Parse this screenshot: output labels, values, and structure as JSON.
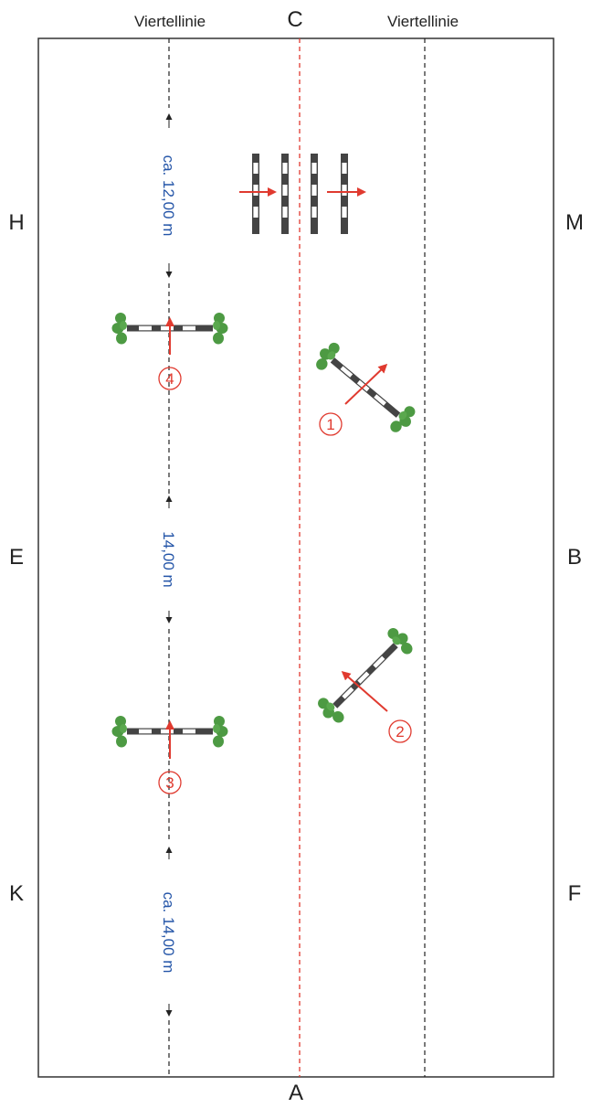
{
  "letters": {
    "c": "C",
    "a": "A",
    "h": "H",
    "m": "M",
    "e": "E",
    "b": "B",
    "k": "K",
    "f": "F"
  },
  "quarter_lines": {
    "left_label": "Viertellinie",
    "right_label": "Viertellinie"
  },
  "distances": {
    "top": "ca. 12,00 m",
    "middle": "14,00 m",
    "bottom": "ca. 14,00 m"
  },
  "obstacles": {
    "one": "1",
    "two": "2",
    "three": "3",
    "four": "4"
  },
  "colors": {
    "arena_border": "#333333",
    "centerline": "#e03a2f",
    "quarterline": "#222222",
    "arrow": "#e03a2f",
    "distance_text": "#2455a8",
    "shrub": "#4d9a43",
    "pole_dark": "#444444",
    "pole_light": "#ffffff"
  }
}
